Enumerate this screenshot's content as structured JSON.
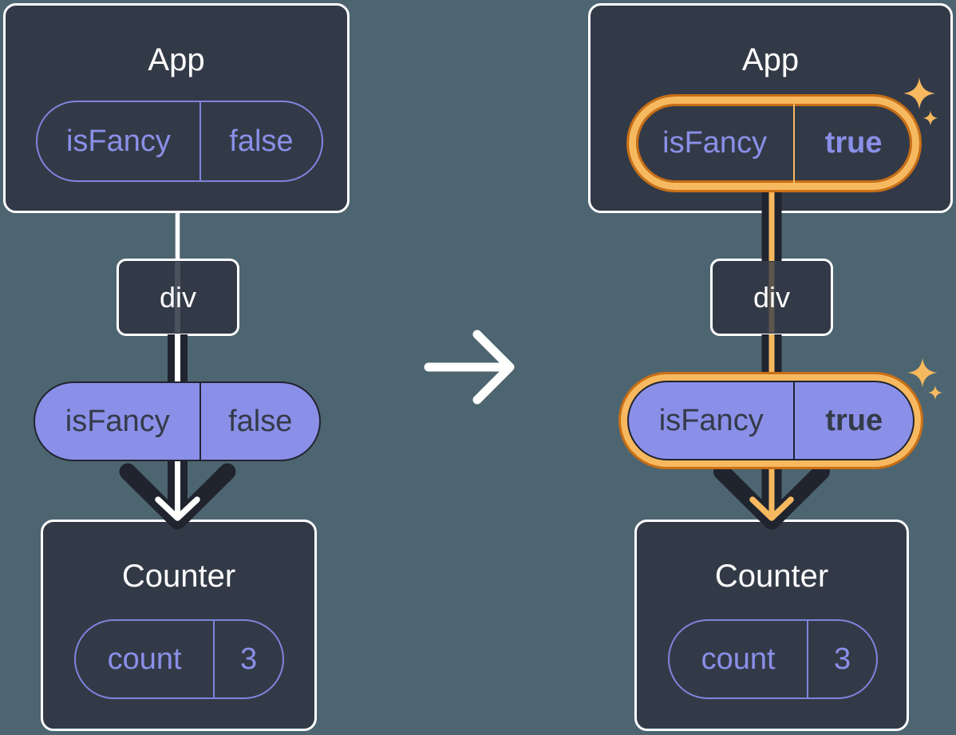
{
  "colors": {
    "background": "#4D6570",
    "card-bg": "#333A47",
    "card-border": "#FFFFFF",
    "purple-fill": "#8A8FE8",
    "purple-line": "#7E84DC",
    "ink": "#20242F",
    "ink-text": "#343B48",
    "orange-light": "#F7B95F",
    "orange-dark": "#C96F15",
    "title-text": "#FFFFFF"
  },
  "transition": {
    "arrow_icon": "right-arrow"
  },
  "before": {
    "app": {
      "title": "App",
      "prop": {
        "key": "isFancy",
        "value": "false"
      }
    },
    "div_node": {
      "label": "div"
    },
    "passed_prop": {
      "key": "isFancy",
      "value": "false"
    },
    "counter": {
      "title": "Counter",
      "state": {
        "key": "count",
        "value": "3"
      }
    }
  },
  "after": {
    "app": {
      "title": "App",
      "prop": {
        "key": "isFancy",
        "value": "true"
      }
    },
    "div_node": {
      "label": "div"
    },
    "passed_prop": {
      "key": "isFancy",
      "value": "true"
    },
    "counter": {
      "title": "Counter",
      "state": {
        "key": "count",
        "value": "3"
      }
    }
  }
}
